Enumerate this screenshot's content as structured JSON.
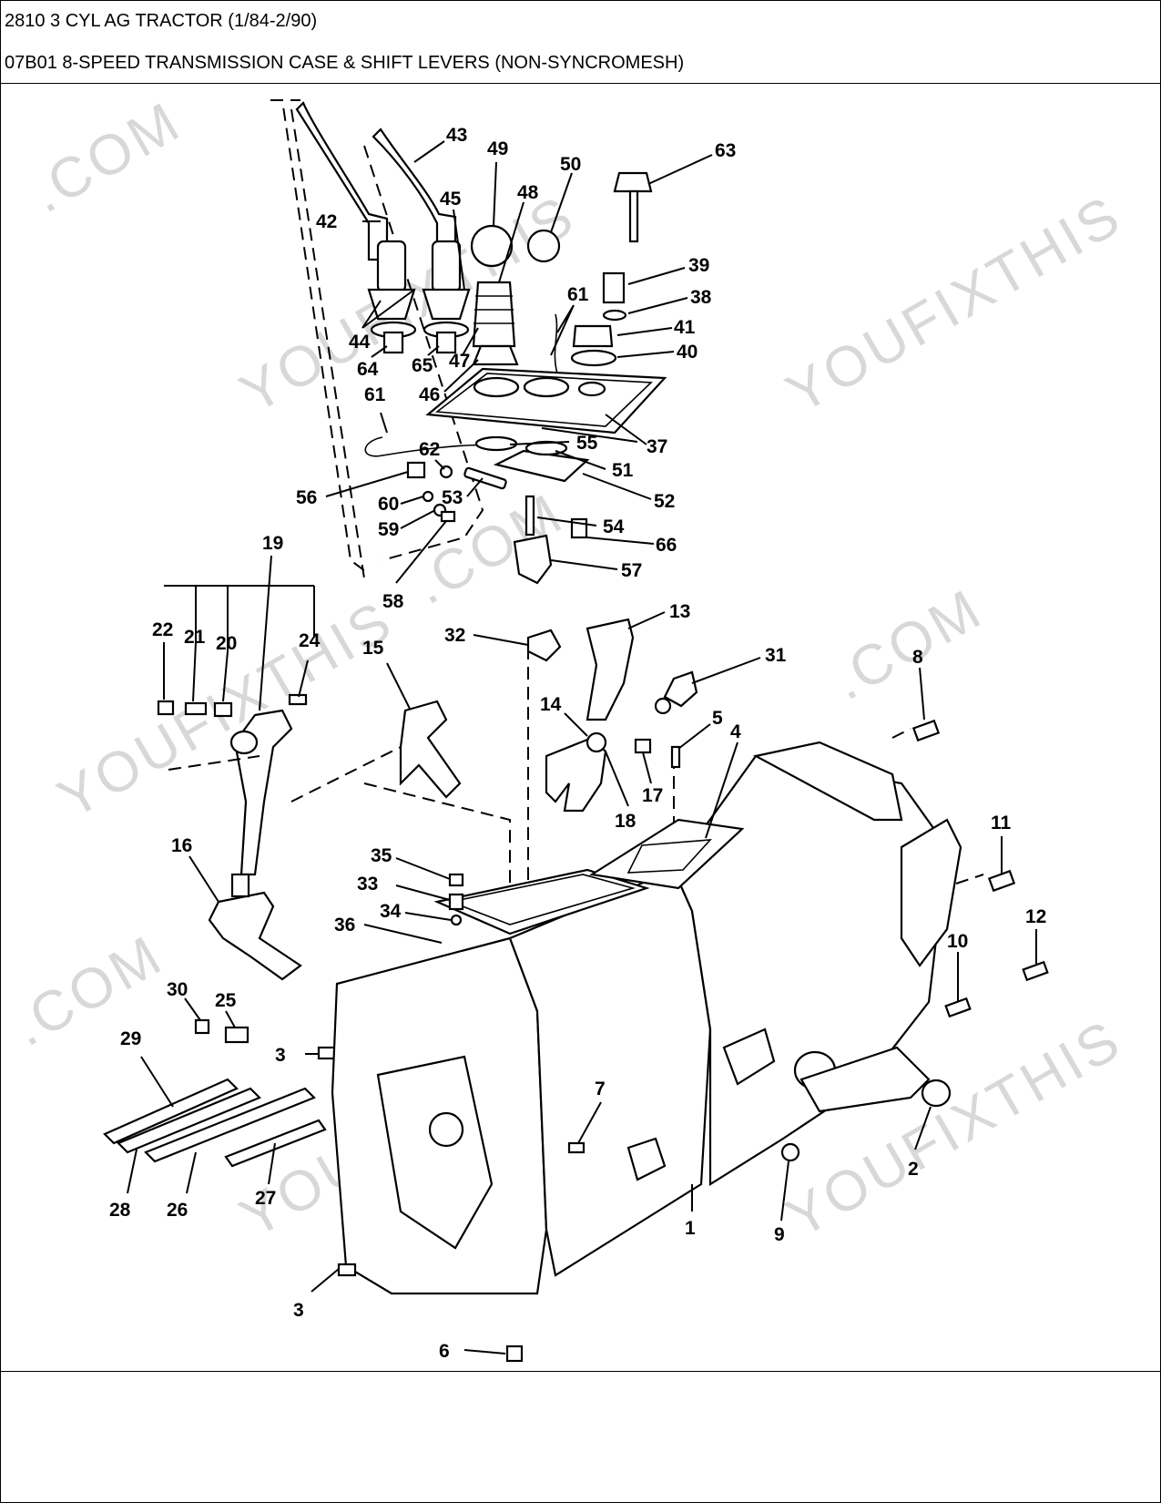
{
  "header": {
    "model": "2810 3 CYL AG TRACTOR (1/84-2/90)",
    "section": "07B01 8-SPEED TRANSMISSION CASE & SHIFT LEVERS (NON-SYNCROMESH)"
  },
  "watermark": {
    "brand": "YOUFIXTHIS",
    "domain": ".COM"
  },
  "callouts": {
    "c1": "1",
    "c2": "2",
    "c3a": "3",
    "c3b": "3",
    "c4": "4",
    "c5": "5",
    "c6": "6",
    "c7": "7",
    "c8": "8",
    "c9": "9",
    "c10": "10",
    "c11": "11",
    "c12": "12",
    "c13": "13",
    "c14": "14",
    "c15": "15",
    "c16": "16",
    "c17": "17",
    "c18": "18",
    "c19": "19",
    "c20": "20",
    "c21": "21",
    "c22": "22",
    "c24": "24",
    "c25": "25",
    "c26": "26",
    "c27": "27",
    "c28": "28",
    "c29": "29",
    "c30": "30",
    "c31": "31",
    "c32": "32",
    "c33": "33",
    "c34": "34",
    "c35": "35",
    "c36": "36",
    "c37": "37",
    "c38": "38",
    "c39": "39",
    "c40": "40",
    "c41": "41",
    "c42": "42",
    "c43": "43",
    "c44": "44",
    "c45": "45",
    "c46": "46",
    "c47": "47",
    "c48": "48",
    "c49": "49",
    "c50": "50",
    "c51": "51",
    "c52": "52",
    "c53": "53",
    "c54": "54",
    "c55": "55",
    "c56": "56",
    "c57": "57",
    "c58": "58",
    "c59": "59",
    "c60": "60",
    "c61a": "61",
    "c61b": "61",
    "c62": "62",
    "c63": "63",
    "c64": "64",
    "c65": "65",
    "c66": "66"
  }
}
